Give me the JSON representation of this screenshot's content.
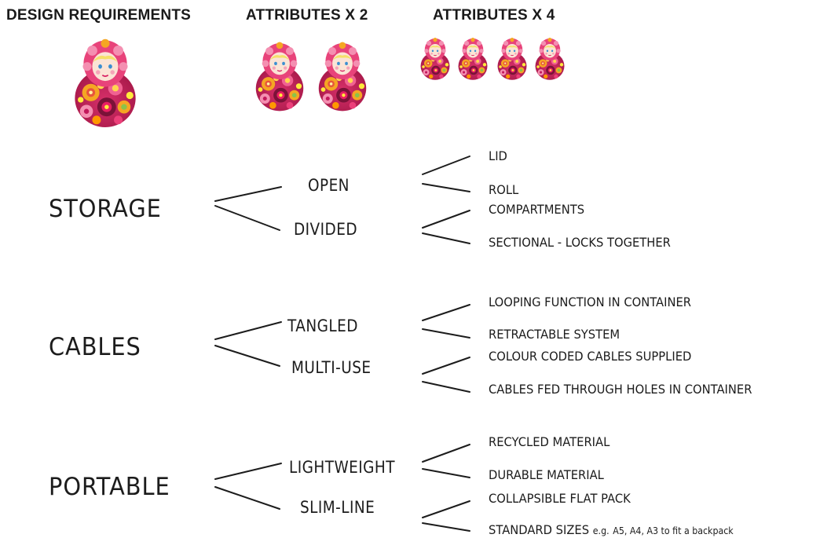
{
  "headers": {
    "design_requirements": "DESIGN REQUIREMENTS",
    "attributes_x2": "ATTRIBUTES X 2",
    "attributes_x4": "ATTRIBUTES X 4"
  },
  "colors": {
    "doll_body": "#c2255c",
    "doll_yellow": "#f5a623",
    "doll_head_pink": "#f06292",
    "doll_face": "#fbe4d5",
    "ink": "#1c1c1c"
  },
  "tree": {
    "storage": {
      "label": "STORAGE",
      "open": {
        "label": "OPEN",
        "options": [
          "LID",
          "ROLL"
        ]
      },
      "divided": {
        "label": "DIVIDED",
        "options": [
          "COMPARTMENTS",
          "SECTIONAL - LOCKS TOGETHER"
        ]
      }
    },
    "cables": {
      "label": "CABLES",
      "tangled": {
        "label": "TANGLED",
        "options": [
          "LOOPING FUNCTION IN CONTAINER",
          "RETRACTABLE SYSTEM"
        ]
      },
      "multi_use": {
        "label": "MULTI-USE",
        "options": [
          "COLOUR CODED CABLES SUPPLIED",
          "CABLES FED THROUGH HOLES IN CONTAINER"
        ]
      }
    },
    "portable": {
      "label": "PORTABLE",
      "lightweight": {
        "label": "LIGHTWEIGHT",
        "options": [
          "RECYCLED MATERIAL",
          "DURABLE MATERIAL"
        ]
      },
      "slim_line": {
        "label": "SLIM-LINE",
        "options": [
          "COLLAPSIBLE FLAT PACK",
          "STANDARD SIZES",
          "e.g.",
          "A5, A4, A3 to fit a backpack"
        ]
      }
    }
  }
}
